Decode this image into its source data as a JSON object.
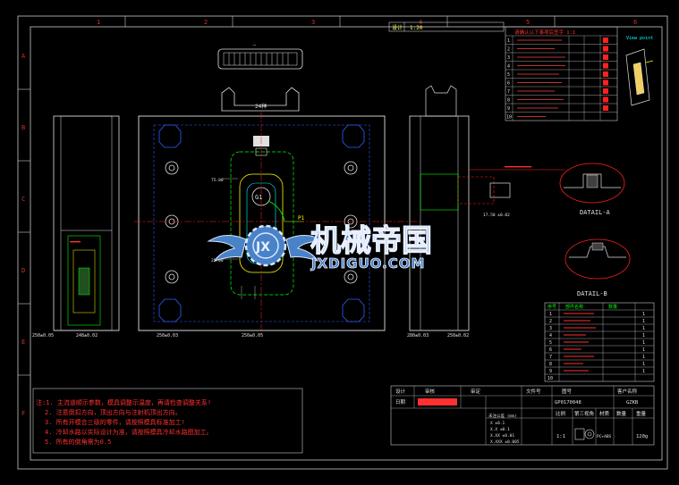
{
  "drawing": {
    "border_col_labels": [
      "1",
      "2",
      "3",
      "4",
      "5",
      "6"
    ],
    "border_row_labels": [
      "A",
      "B",
      "C",
      "D",
      "E",
      "F"
    ],
    "top_header": {
      "label": "设计",
      "value": "1:20"
    },
    "view_point_label": "View point",
    "views": {
      "top_dim": "24种",
      "gate_label": "G1",
      "p_label": "P1",
      "detail_a": "DATAIL-A",
      "detail_b": "DATAIL-B",
      "left_bottom_dims": [
        "250±0.05",
        "248±0.02"
      ],
      "center_bottom_dims": [
        "250±0.03",
        "250±0.05"
      ],
      "right_bottom_dims": [
        "280±0.03",
        "250±0.02"
      ]
    },
    "checklist": {
      "title": "请确认以下事项后签字 1:1",
      "rows": [
        "1",
        "2",
        "3",
        "4",
        "5",
        "6",
        "7",
        "8",
        "9",
        "10"
      ]
    },
    "parts_table": {
      "headers": [
        "序号",
        "部件名称",
        "数量"
      ],
      "rows": [
        {
          "no": "1",
          "qty": "1"
        },
        {
          "no": "2",
          "qty": "1"
        },
        {
          "no": "3",
          "qty": "1"
        },
        {
          "no": "4",
          "qty": "1"
        },
        {
          "no": "5",
          "qty": "1"
        },
        {
          "no": "6",
          "qty": "1"
        },
        {
          "no": "7",
          "qty": "1"
        },
        {
          "no": "8",
          "qty": "1"
        },
        {
          "no": "9",
          "qty": "1"
        },
        {
          "no": "10",
          "qty": ""
        }
      ]
    },
    "title_block": {
      "designer": "设计",
      "checker": "审核",
      "approve": "审定",
      "doc_no_label": "文件号",
      "drawing_no_label": "图号",
      "drawing_no": "GP0170048",
      "customer_label": "客户名称",
      "customer": "GZKB",
      "date_label": "日期",
      "scale_label": "比例",
      "scale": "1:1",
      "view_label": "第三视角",
      "material_label": "材质",
      "qty_label": "数量",
      "weight_label": "重量",
      "material": "PC+ABS",
      "weight": "120g",
      "tolerance_title": "未注公差 (mm)",
      "tolerances": [
        "X ±0.1",
        "X.X ±0.1",
        "X.XX ±0.01",
        "X.XXX ±0.005"
      ]
    },
    "notes": [
      "注:1. 主流道顺示参数，模具调整示温度，再请检查调整关系!",
      "2. 注意倒扣方向，顶出方向与注射机顶出方向。",
      "3. 所有开模合三级的零件，请按照模具标准加工!",
      "4. 冷却水路以实际设计为准，请按照模具冷却水路图加工。",
      "5. 所有的倒角需为0.5"
    ]
  },
  "watermark": {
    "cn": "机械帝国",
    "en": "JXDIGUO.COM"
  },
  "colors": {
    "background": "#000000",
    "frame": "#ffffff",
    "outline": "#00d8d8",
    "green": "#00ff00",
    "yellow": "#ffff00",
    "red": "#ff2020",
    "blue": "#3060ff",
    "magenta": "#ff00ff",
    "watermark_blue": "#4a82c8"
  }
}
